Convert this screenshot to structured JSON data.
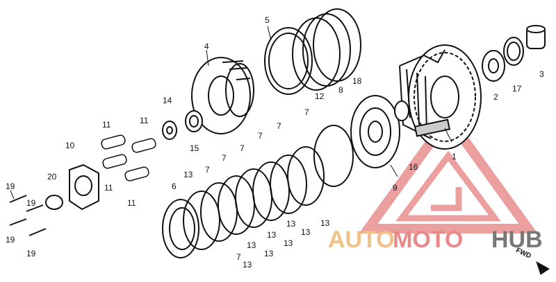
{
  "watermark": {
    "part1": "AUTO",
    "part2": "MOTO",
    "part3": "HUB",
    "colors": {
      "auto": "#f2c089",
      "moto": "#e98a8a",
      "hub": "#777777",
      "triangle": "#e88f8f"
    }
  },
  "direction_label": "FWD",
  "callouts": [
    "1",
    "2",
    "3",
    "4",
    "5",
    "6",
    "7",
    "7",
    "7",
    "7",
    "7",
    "7",
    "7",
    "8",
    "9",
    "10",
    "11",
    "11",
    "11",
    "11",
    "12",
    "13",
    "13",
    "13",
    "13",
    "13",
    "13",
    "13",
    "13",
    "13",
    "14",
    "15",
    "16",
    "17",
    "18",
    "19",
    "19",
    "19",
    "19",
    "20"
  ]
}
